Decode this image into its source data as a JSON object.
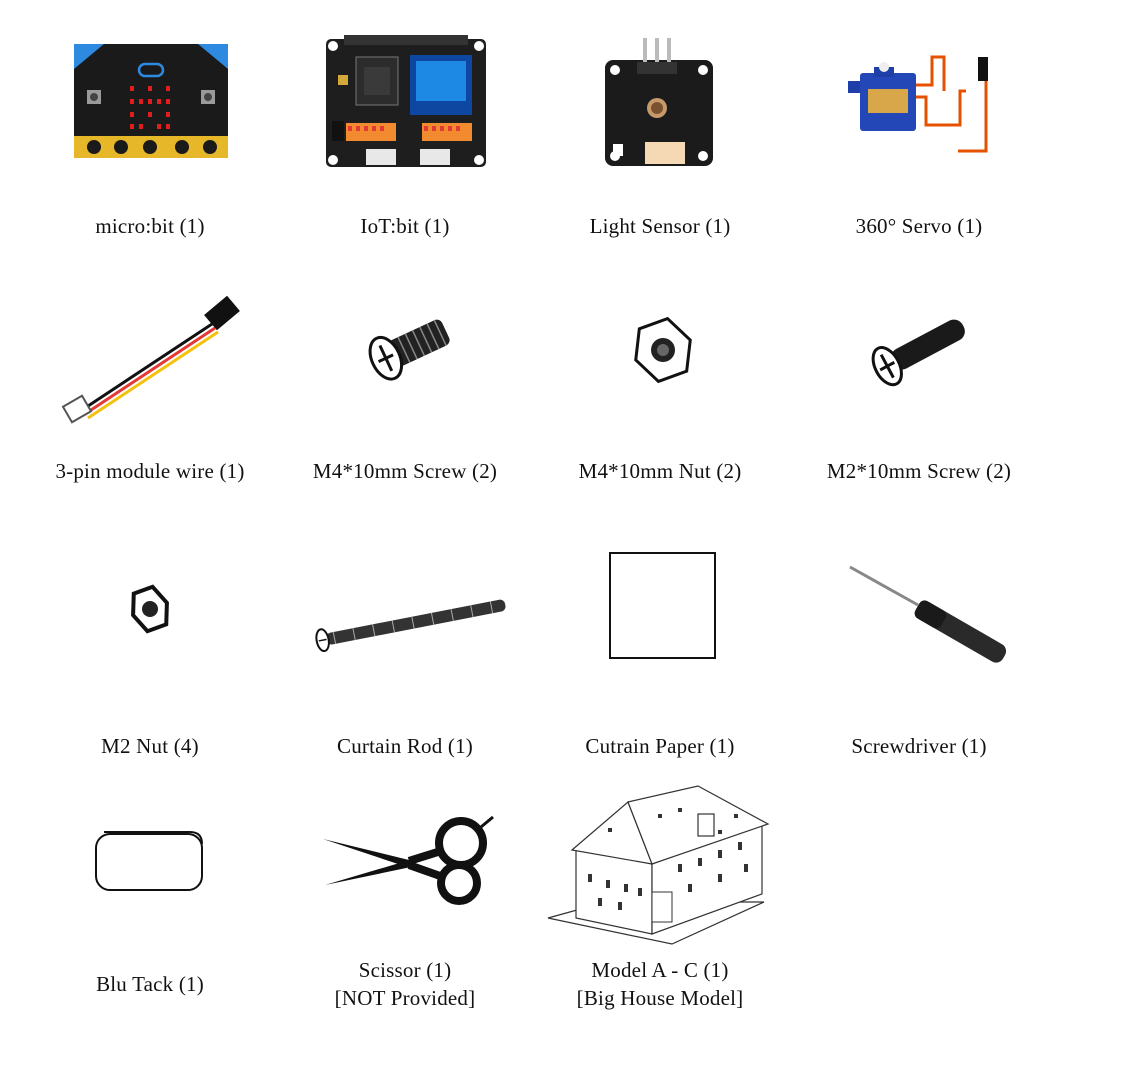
{
  "items": [
    {
      "label": "micro:bit (1)",
      "icon": "microbit-icon"
    },
    {
      "label": "IoT:bit (1)",
      "icon": "iotbit-board-icon"
    },
    {
      "label": "Light Sensor (1)",
      "icon": "light-sensor-icon"
    },
    {
      "label": "360° Servo (1)",
      "icon": "servo-icon"
    },
    {
      "label": "3-pin module wire (1)",
      "icon": "wire-icon"
    },
    {
      "label": "M4*10mm Screw (2)",
      "icon": "m4-screw-icon"
    },
    {
      "label": "M4*10mm Nut (2)",
      "icon": "m4-nut-icon"
    },
    {
      "label": "M2*10mm Screw (2)",
      "icon": "m2-screw-icon"
    },
    {
      "label": "M2 Nut (4)",
      "icon": "m2-nut-icon"
    },
    {
      "label": "Curtain Rod (1)",
      "icon": "curtain-rod-icon"
    },
    {
      "label": "Cutrain Paper (1)",
      "icon": "curtain-paper-icon"
    },
    {
      "label": "Screwdriver (1)",
      "icon": "screwdriver-icon"
    },
    {
      "label": "Blu Tack (1)",
      "icon": "blu-tack-icon"
    },
    {
      "label": "Scissor (1)",
      "label2": "[NOT Provided]",
      "icon": "scissor-icon"
    },
    {
      "label": "Model A -  C (1)",
      "label2": "[Big House Model]",
      "icon": "house-model-icon"
    }
  ]
}
